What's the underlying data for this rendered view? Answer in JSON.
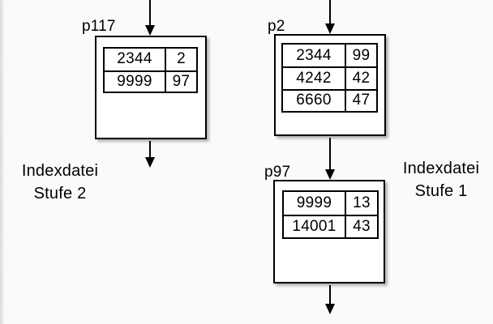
{
  "diagram": {
    "colors": {
      "background": "#fafafa",
      "node_fill": "#ffffff",
      "line": "#000000",
      "shadow": "rgba(0,0,0,0.28)"
    },
    "captions": {
      "left": {
        "line1": "Indexdatei",
        "line2": "Stufe 2"
      },
      "right": {
        "line1": "Indexdatei",
        "line2": "Stufe 1"
      }
    },
    "nodes": {
      "p117": {
        "label": "p117",
        "rows": [
          [
            "2344",
            "2"
          ],
          [
            "9999",
            "97"
          ]
        ]
      },
      "p2": {
        "label": "p2",
        "rows": [
          [
            "2344",
            "99"
          ],
          [
            "4242",
            "42"
          ],
          [
            "6660",
            "47"
          ]
        ]
      },
      "p97": {
        "label": "p97",
        "rows": [
          [
            "9999",
            "13"
          ],
          [
            "14001",
            "43"
          ]
        ]
      }
    }
  }
}
